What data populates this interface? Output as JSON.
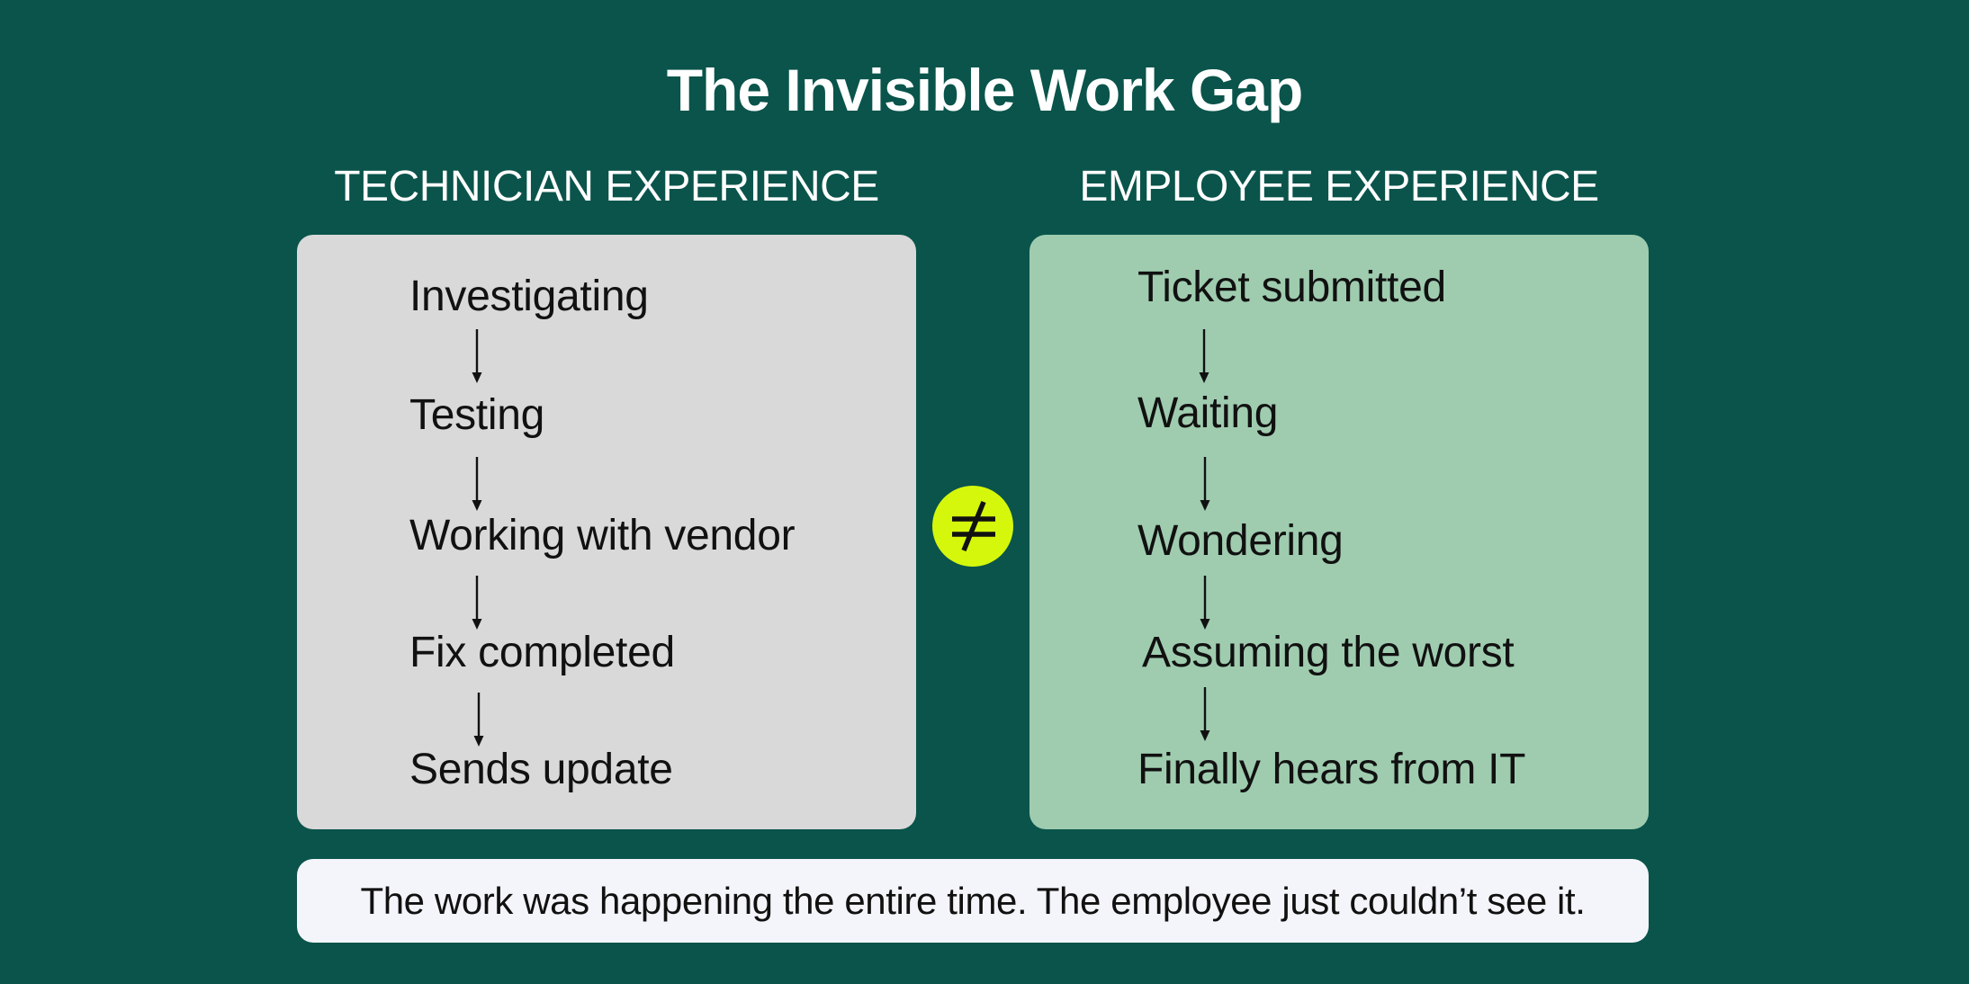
{
  "title": "The Invisible Work Gap",
  "technician": {
    "heading": "TECHNICIAN EXPERIENCE",
    "steps": [
      "Investigating",
      "Testing",
      "Working with vendor",
      "Fix completed",
      "Sends update"
    ]
  },
  "employee": {
    "heading": "EMPLOYEE EXPERIENCE",
    "steps": [
      "Ticket submitted",
      "Waiting",
      "Wondering",
      "Assuming the worst",
      "Finally hears from IT"
    ]
  },
  "caption": "The work was happening the entire time. The employee just couldn’t see it.",
  "colors": {
    "background": "#0a544b",
    "technician_panel": "#d9d9d9",
    "employee_panel": "#9fccaf",
    "not_equal_badge": "#d5f70c",
    "caption_box": "#f4f5fa"
  },
  "icons": {
    "separator": "not-equal-icon",
    "flow": "down-arrow-icon"
  }
}
